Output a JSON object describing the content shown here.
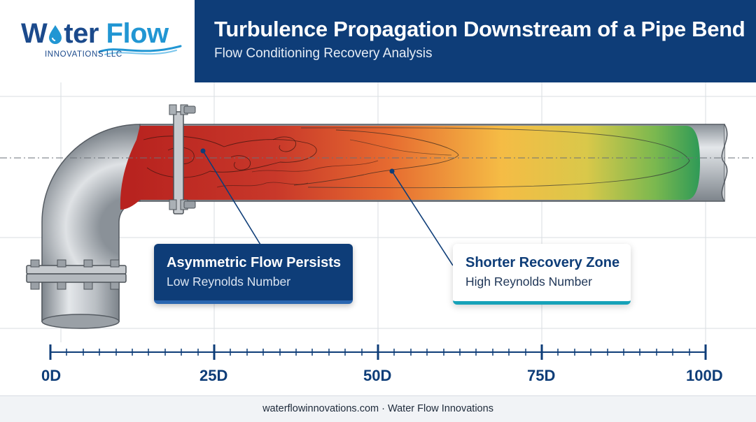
{
  "brand": {
    "name_part1": "W",
    "name_part2": "ter",
    "name_part3": "Flow",
    "tagline": "INNOVATIONS LLC"
  },
  "header": {
    "title": "Turbulence Propagation Downstream of a Pipe Bend",
    "subtitle": "Flow Conditioning Recovery Analysis"
  },
  "callouts": {
    "left": {
      "title": "Asymmetric Flow Persists",
      "subtitle": "Low Reynolds Number"
    },
    "right": {
      "title": "Shorter Recovery Zone",
      "subtitle": "High Reynolds Number"
    }
  },
  "axis": {
    "ticks": [
      "0D",
      "25D",
      "50D",
      "75D",
      "100D"
    ]
  },
  "footer": {
    "text": "waterflowinnovations.com · Water Flow Innovations"
  },
  "colors": {
    "navy": "#0e3d78",
    "accent_blue": "#2196d3",
    "teal": "#17a2b8",
    "turbulence_high": "#b8231f",
    "turbulence_mid": "#f2b843",
    "turbulence_low": "#2f9a57"
  }
}
